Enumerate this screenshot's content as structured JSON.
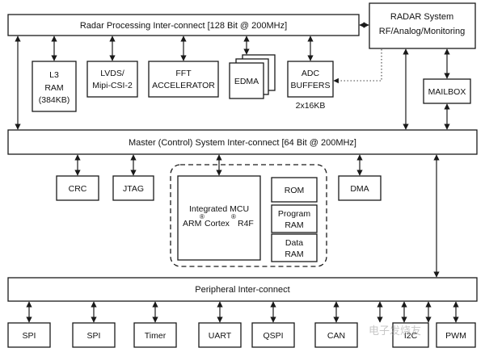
{
  "buses": {
    "radar": "Radar Processing Inter-connect [128 Bit @ 200MHz]",
    "master": "Master (Control) System Inter-connect [64 Bit @ 200MHz]",
    "peripheral": "Peripheral Inter-connect"
  },
  "radar_system": {
    "line1": "RADAR System",
    "line2": "RF/Analog/Monitoring"
  },
  "top_blocks": {
    "l3": [
      "L3",
      "RAM",
      "(384KB)"
    ],
    "lvds": [
      "LVDS/",
      "Mipi-CSI-2"
    ],
    "fft": [
      "FFT",
      "ACCELERATOR"
    ],
    "edma": "EDMA",
    "adc": [
      "ADC",
      "BUFFERS"
    ],
    "adc_size": "2x16KB",
    "mailbox": "MAILBOX"
  },
  "mid_blocks": {
    "crc": "CRC",
    "jtag": "JTAG",
    "dma": "DMA",
    "mcu_line1": "Integrated MCU",
    "mcu_arm": "ARM",
    "mcu_cortex": "Cortex",
    "mcu_r4f": "R4F",
    "reg": "®",
    "rom": "ROM",
    "program_ram": [
      "Program",
      "RAM"
    ],
    "data_ram": [
      "Data",
      "RAM"
    ]
  },
  "peripherals": [
    "SPI",
    "SPI",
    "Timer",
    "UART",
    "QSPI",
    "CAN",
    "I2C",
    "PWM"
  ],
  "watermark": "电子发烧友"
}
